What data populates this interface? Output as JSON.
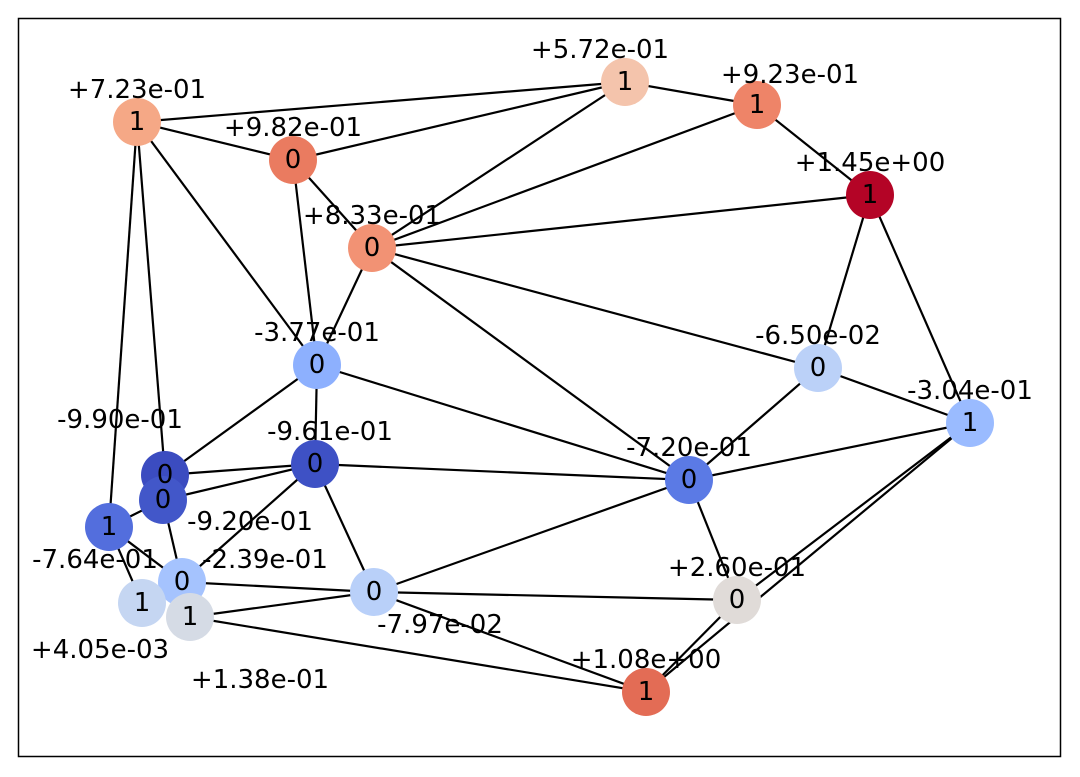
{
  "graph": {
    "nodes": [
      {
        "value": "+7.23e-01",
        "label": "1",
        "color": "#f5a886"
      },
      {
        "value": "+9.82e-01",
        "label": "0",
        "color": "#ea7b60"
      },
      {
        "value": "+5.72e-01",
        "label": "1",
        "color": "#f4c4ac"
      },
      {
        "value": "+9.23e-01",
        "label": "1",
        "color": "#ee8468"
      },
      {
        "value": "+1.45e+00",
        "label": "1",
        "color": "#b40426"
      },
      {
        "value": "+8.33e-01",
        "label": "0",
        "color": "#f29274"
      },
      {
        "value": "-3.77e-01",
        "label": "0",
        "color": "#8db0fe"
      },
      {
        "value": "-6.50e-02",
        "label": "0",
        "color": "#bbd1f8"
      },
      {
        "value": "-3.04e-01",
        "label": "1",
        "color": "#9abbff"
      },
      {
        "value": "-9.90e-01",
        "label": "0",
        "color": "#3b4cc0"
      },
      {
        "value": "-9.61e-01",
        "label": "0",
        "color": "#3e51c5"
      },
      {
        "value": "-9.20e-01",
        "label": "0",
        "color": "#4257c9"
      },
      {
        "value": "-7.20e-01",
        "label": "0",
        "color": "#5b7ae5"
      },
      {
        "value": "-7.64e-01",
        "label": "1",
        "color": "#536edd"
      },
      {
        "value": "-2.39e-01",
        "label": "0",
        "color": "#a5c3fe"
      },
      {
        "value": "+4.05e-03",
        "label": "1",
        "color": "#c5d6f2"
      },
      {
        "value": "+1.38e-01",
        "label": "1",
        "color": "#d5dbe5"
      },
      {
        "value": "-7.97e-02",
        "label": "0",
        "color": "#b9d0f9"
      },
      {
        "value": "+2.60e-01",
        "label": "0",
        "color": "#e0dbd8"
      },
      {
        "value": "+1.08e+00",
        "label": "1",
        "color": "#e36c55"
      }
    ],
    "edges": [
      [
        0,
        2
      ],
      [
        0,
        1
      ],
      [
        0,
        6
      ],
      [
        0,
        13
      ],
      [
        0,
        9
      ],
      [
        1,
        2
      ],
      [
        1,
        5
      ],
      [
        1,
        6
      ],
      [
        5,
        2
      ],
      [
        5,
        3
      ],
      [
        5,
        4
      ],
      [
        5,
        7
      ],
      [
        5,
        12
      ],
      [
        5,
        6
      ],
      [
        2,
        3
      ],
      [
        3,
        4
      ],
      [
        4,
        7
      ],
      [
        4,
        8
      ],
      [
        6,
        12
      ],
      [
        6,
        9
      ],
      [
        6,
        10
      ],
      [
        7,
        12
      ],
      [
        7,
        8
      ],
      [
        8,
        12
      ],
      [
        8,
        18
      ],
      [
        8,
        19
      ],
      [
        12,
        17
      ],
      [
        12,
        18
      ],
      [
        12,
        10
      ],
      [
        10,
        9
      ],
      [
        10,
        11
      ],
      [
        10,
        14
      ],
      [
        10,
        17
      ],
      [
        13,
        11
      ],
      [
        11,
        14
      ],
      [
        13,
        14
      ],
      [
        13,
        15
      ],
      [
        14,
        17
      ],
      [
        15,
        14
      ],
      [
        16,
        17
      ],
      [
        16,
        19
      ],
      [
        17,
        18
      ],
      [
        17,
        19
      ],
      [
        18,
        19
      ]
    ],
    "edge_color": "#000000"
  }
}
